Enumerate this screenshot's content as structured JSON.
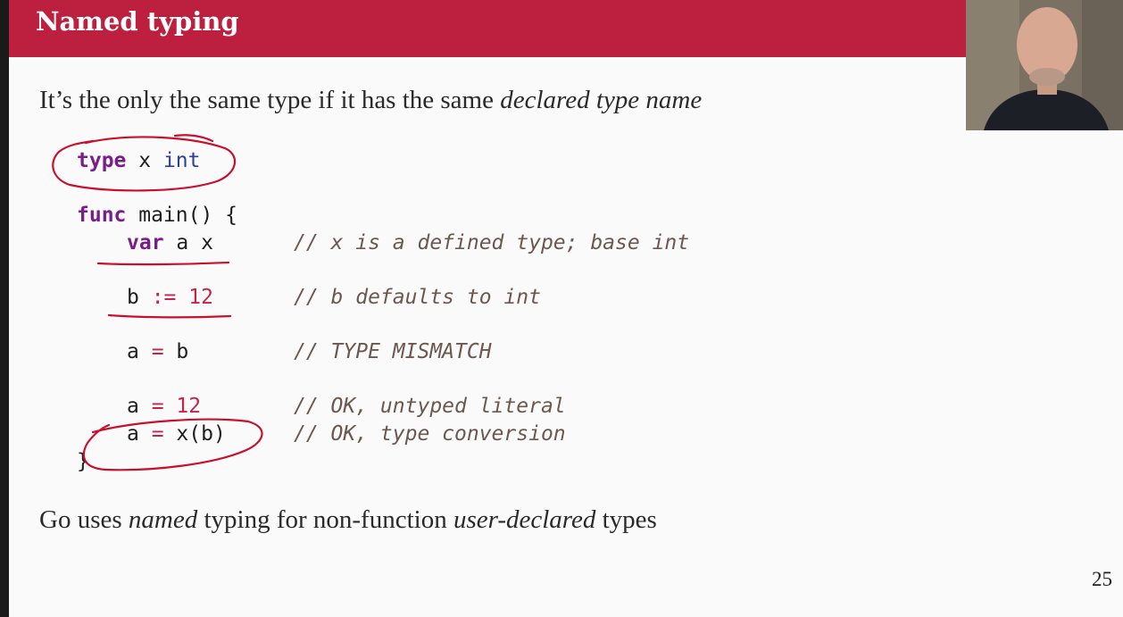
{
  "slide": {
    "title": "Named typing",
    "statement_prefix": "It’s the only the same type if it has the same ",
    "statement_emph": "declared type name",
    "footer_1": "Go uses ",
    "footer_emph_1": "named",
    "footer_2": " typing for non-function ",
    "footer_emph_2": "user-declared",
    "footer_3": " types",
    "page_number": "25"
  },
  "code": {
    "l1_kw": "type",
    "l1_name": " x ",
    "l1_type": "int",
    "l2_kw": "func",
    "l2_rest": " main() {",
    "l3_kw": "var",
    "l3_rest": " a x",
    "l3_comment": "// x is a defined type; base int",
    "l4_a": "b ",
    "l4_op": ":=",
    "l4_sp": " ",
    "l4_num": "12",
    "l4_comment": "// b defaults to int",
    "l5_a": "a ",
    "l5_op": "=",
    "l5_b": " b",
    "l5_comment": "// TYPE MISMATCH",
    "l6_a": "a ",
    "l6_op": "=",
    "l6_sp": " ",
    "l6_num": "12",
    "l6_comment": "// OK, untyped literal",
    "l7_a": "a ",
    "l7_op": "=",
    "l7_b": " x(b)",
    "l7_comment": "// OK, type conversion",
    "l8": "}"
  },
  "colors": {
    "title_bar": "#bd1f3f",
    "keyword": "#7a1d8c",
    "type": "#2b3ea8",
    "literal": "#c4244a",
    "comment": "#6b5850",
    "ink": "#c8102e"
  },
  "webcam": {
    "icon": "presenter-video"
  }
}
